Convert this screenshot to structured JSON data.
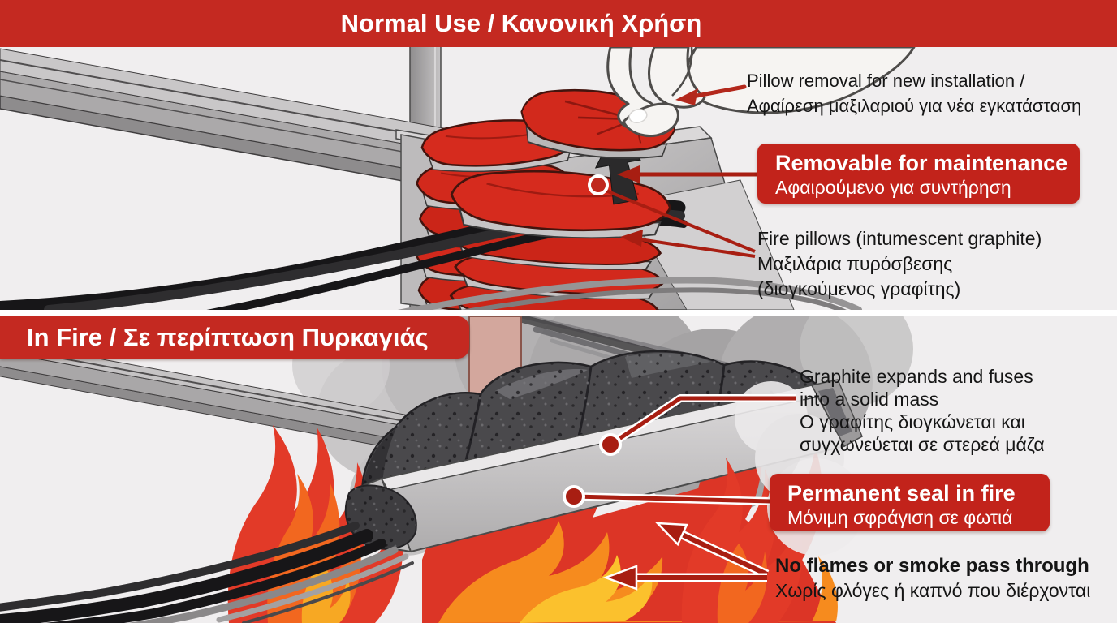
{
  "top_panel": {
    "banner": "Normal Use / Κανονική Χρήση",
    "pillow_removal_note": {
      "en": "Pillow removal for new installation /",
      "el": "Αφαίρεση μαξιλαριού για νέα εγκατάσταση"
    },
    "removable_badge": {
      "en": "Removable for maintenance",
      "el": "Αφαιρούμενο για συντήρηση"
    },
    "fire_pillows_note": {
      "en": "Fire pillows (intumescent graphite)",
      "el_line1": "Μαξιλάρια πυρόσβεσης",
      "el_line2": "(διογκούμενος γραφίτης)"
    }
  },
  "bottom_panel": {
    "banner": "In Fire / Σε περίπτωση Πυρκαγιάς",
    "graphite_note": {
      "en_line1": "Graphite expands and fuses",
      "en_line2": "into a solid mass",
      "el_line1": "Ο γραφίτης διογκώνεται και",
      "el_line2": "συγχωνεύεται σε στερεά μάζα"
    },
    "seal_badge": {
      "en": "Permanent seal in fire",
      "el": "Μόνιμη σφράγιση σε φωτιά"
    },
    "no_flames_note": {
      "en": "No flames or smoke pass through",
      "el": "Χωρίς φλόγες ή καπνό που διέρχονται"
    }
  },
  "colors": {
    "banner_red": "#C42921",
    "badge_red": "#C2231B",
    "callout_red": "#A81E12",
    "callout_bright_red": "#B3281C",
    "background": "#F0EEEF",
    "divider_white": "#FFFFFF",
    "pillow_red": "#D2291C",
    "flame_red": "#E23A28",
    "flame_orange": "#F2671F",
    "flame_bright_orange": "#F68B1E",
    "flame_yellow": "#F7A823",
    "graphite_gray": "#4A494C",
    "metal_gray": "#ABA9AA",
    "smoke_gray": "#B3B1B2",
    "cable_black": "#171618",
    "text_dark": "#151515",
    "text_white": "#FFFFFF"
  }
}
